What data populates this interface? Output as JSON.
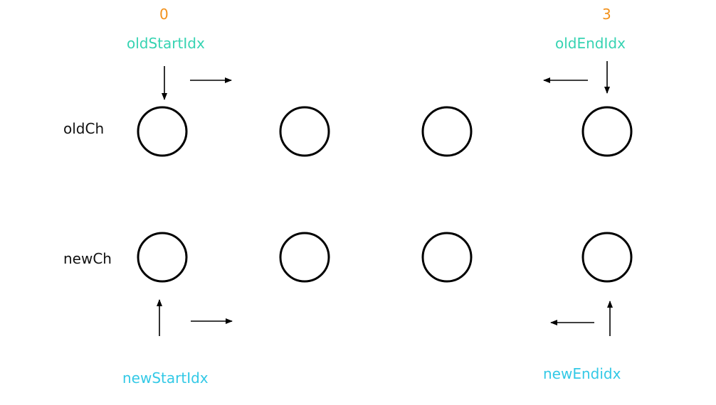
{
  "old_start_index": "0",
  "old_end_index": "3",
  "old_start_label": "oldStartIdx",
  "old_end_label": "oldEndIdx",
  "new_start_label": "newStartIdx",
  "new_end_label": "newEndidx",
  "old_row_label": "oldCh",
  "new_row_label": "newCh",
  "colors": {
    "index_number": "#f2911b",
    "old_pointer": "#36d3b2",
    "new_pointer": "#33c9e6",
    "stroke": "#000000"
  },
  "old_children": [
    {},
    {},
    {},
    {}
  ],
  "new_children": [
    {},
    {},
    {},
    {}
  ]
}
